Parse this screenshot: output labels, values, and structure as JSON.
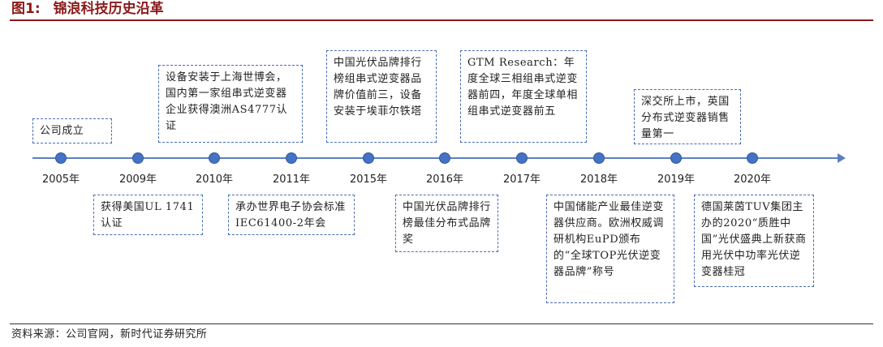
{
  "figure": {
    "label": "图1:",
    "title": "锦浪科技历史沿革"
  },
  "timeline": {
    "years": [
      "2005年",
      "2009年",
      "2010年",
      "2011年",
      "2015年",
      "2016年",
      "2017年",
      "2018年",
      "2019年",
      "2020年"
    ],
    "events_above": [
      "公司成立",
      "设备安装于上海世博会，国内第一家组串式逆变器企业获得澳洲AS4777认证",
      "中国光伏品牌排行榜组串式逆变器品牌价值前三，设备安装于埃菲尔铁塔",
      "GTM Research：年度全球三相组串式逆变器前四，年度全球单相组串式逆变器前五",
      "深交所上市，英国分布式逆变器销售量第一"
    ],
    "events_below": [
      "获得美国UL 1741认证",
      "承办世界电子协会标准IEC61400-2年会",
      "中国光伏品牌排行榜最佳分布式品牌奖",
      "中国储能产业最佳逆变器供应商。欧洲权威调研机构EuPD颁布的“全球TOP光伏逆变器品牌”称号",
      "德国莱茵TUV集团主办的2020“质胜中国”光伏盛典上新获商用光伏中功率光伏逆变器桂冠"
    ]
  },
  "source": "资料来源：公司官网，新时代证券研究所",
  "colors": {
    "title": "#8b1a1a",
    "axis": "#5b7fc0",
    "node": "#4472c4",
    "box_border": "#4a6cb3"
  }
}
